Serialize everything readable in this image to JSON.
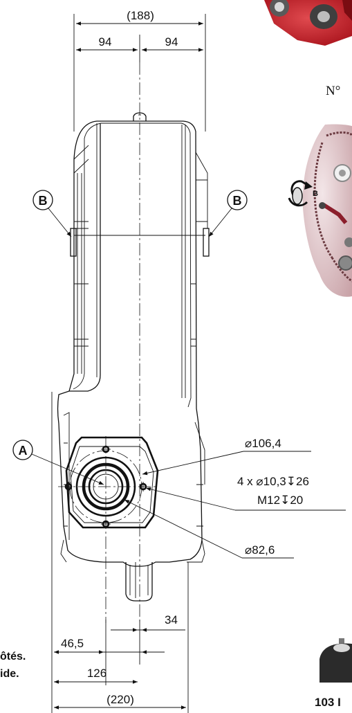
{
  "dimensions": {
    "overall_top": "188",
    "half_left": "94",
    "half_right": "94",
    "bore_large": "106,4",
    "holes_line1": "4 x",
    "holes_dia": "10,3",
    "holes_depth": "26",
    "thread_line": "M12",
    "thread_depth": "20",
    "bore_small": "82,6",
    "offset_34": "34",
    "offset_46": "46,5",
    "offset_126": "126",
    "overall_bottom": "220"
  },
  "symbols": {
    "diameter": "⌀",
    "depth": "↧"
  },
  "callouts": {
    "a": "A",
    "b_left": "B",
    "b_right": "B",
    "inset_b": "B"
  },
  "cropped_text": {
    "number_sign": "N°",
    "note_line1": "ôtés.",
    "note_line2": "ide.",
    "page_number": "103 I"
  },
  "colors": {
    "ink": "#111111",
    "product_red": "#c8202a",
    "product_grey": "#5a5a5a"
  }
}
